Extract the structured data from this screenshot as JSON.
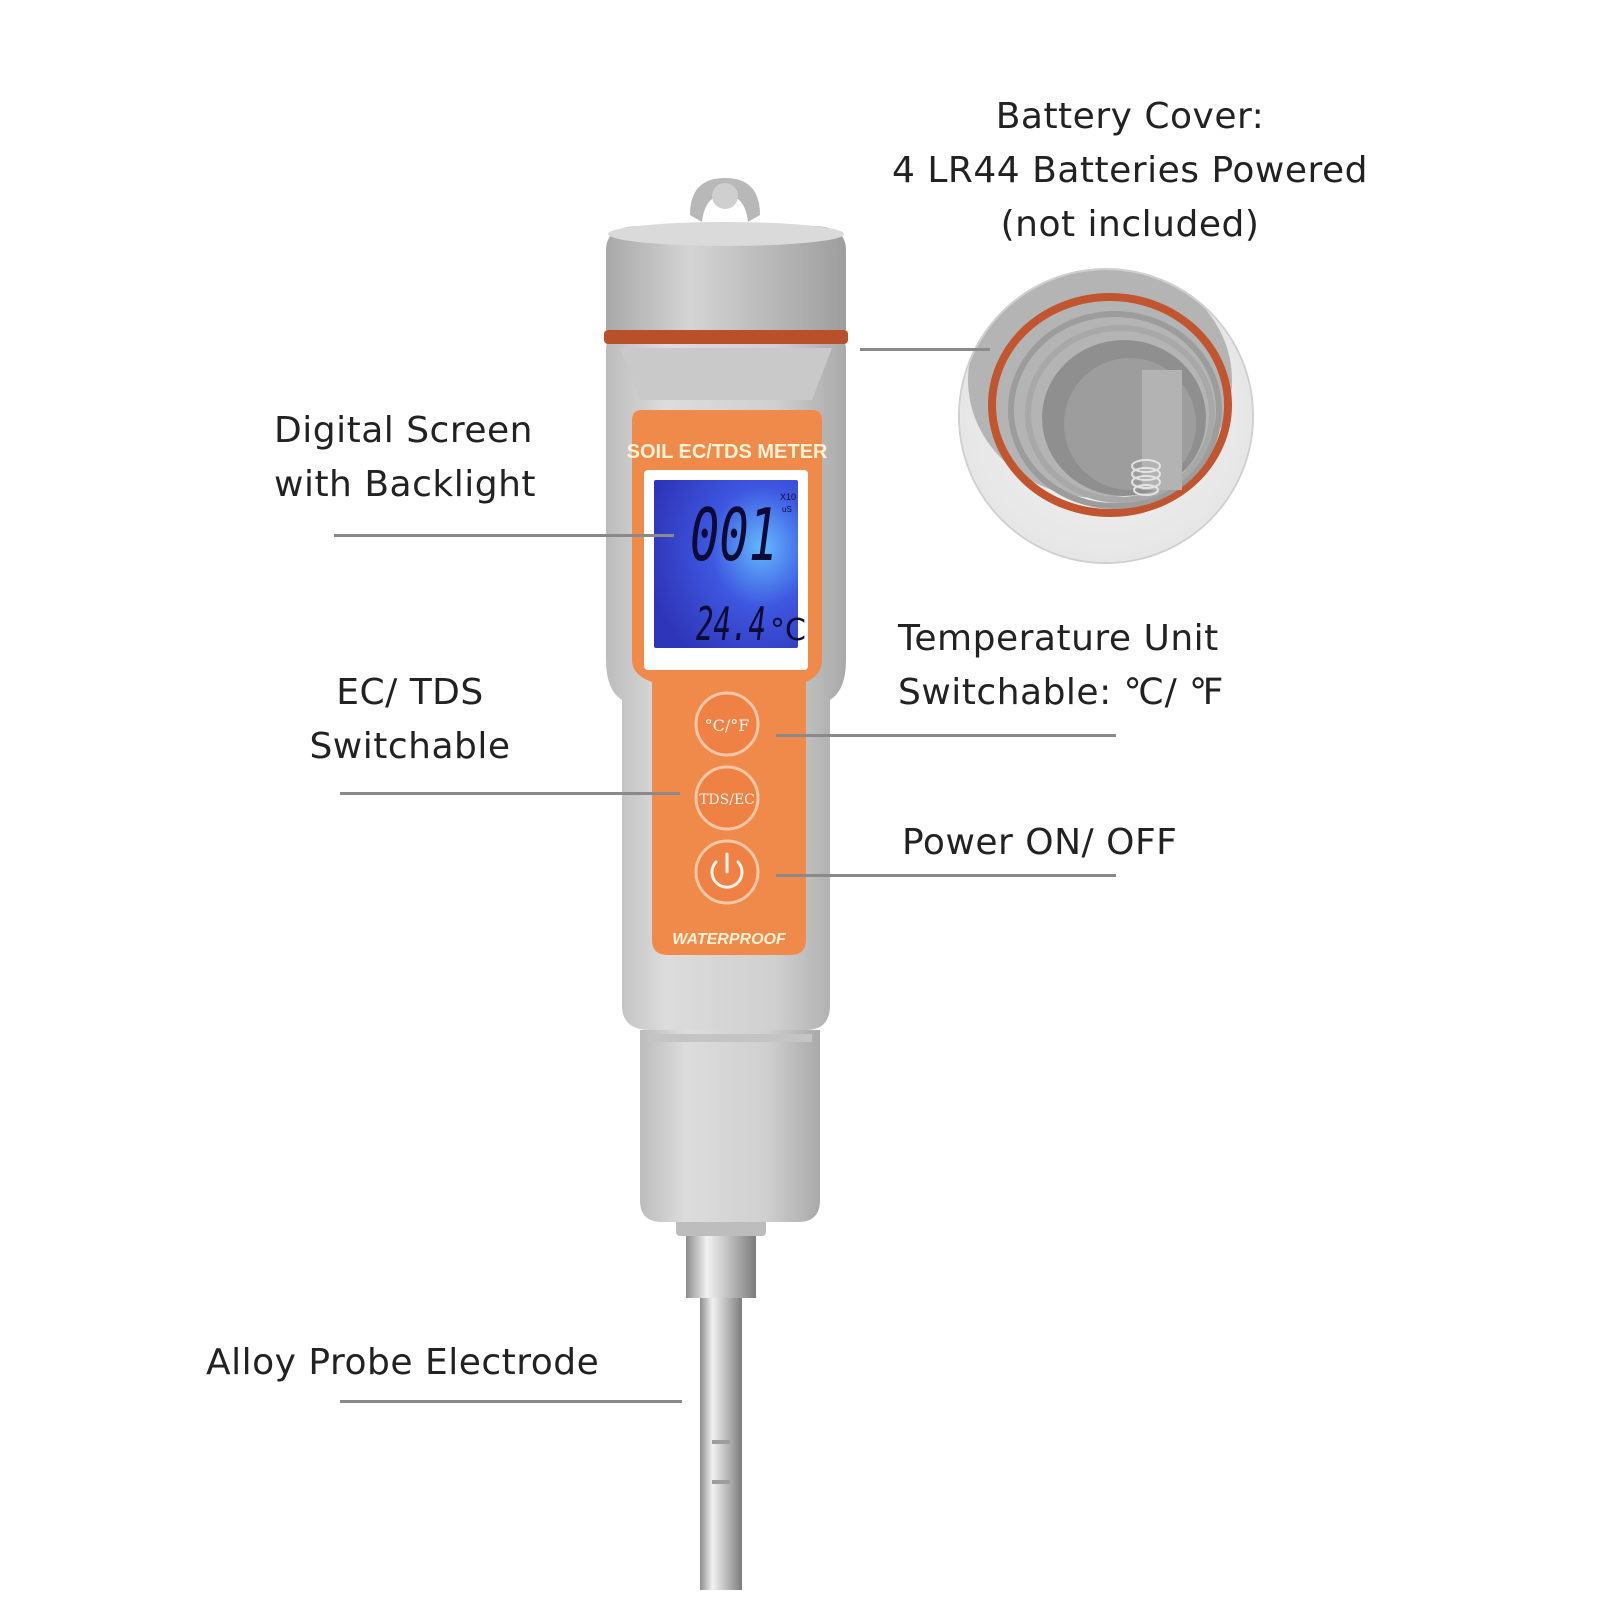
{
  "meter": {
    "brand_text": "SOIL EC/TDS METER",
    "display": {
      "main_reading": "001",
      "unit_top": "X10",
      "unit_bottom": "uS",
      "temperature": "24.4",
      "temperature_unit": "°C"
    },
    "buttons": {
      "temp_unit": "°C/°F",
      "mode": "TDS/EC",
      "power_symbol": "power-icon"
    },
    "waterproof_text": "WATERPROOF",
    "colors": {
      "accent": "#f08a4b",
      "body": "#d3d3d3",
      "screen": "#3f4ad8",
      "gasket": "#c0522e"
    }
  },
  "callouts": {
    "battery_cover": [
      "Battery Cover:",
      "4 LR44 Batteries Powered",
      "(not included)"
    ],
    "digital_screen": [
      "Digital Screen",
      "with Backlight"
    ],
    "ec_tds": [
      "EC/ TDS",
      "Switchable"
    ],
    "temperature_unit": [
      "Temperature Unit",
      "Switchable: ℃/ ℉"
    ],
    "power": [
      "Power ON/ OFF"
    ],
    "probe": [
      "Alloy Probe Electrode"
    ]
  }
}
